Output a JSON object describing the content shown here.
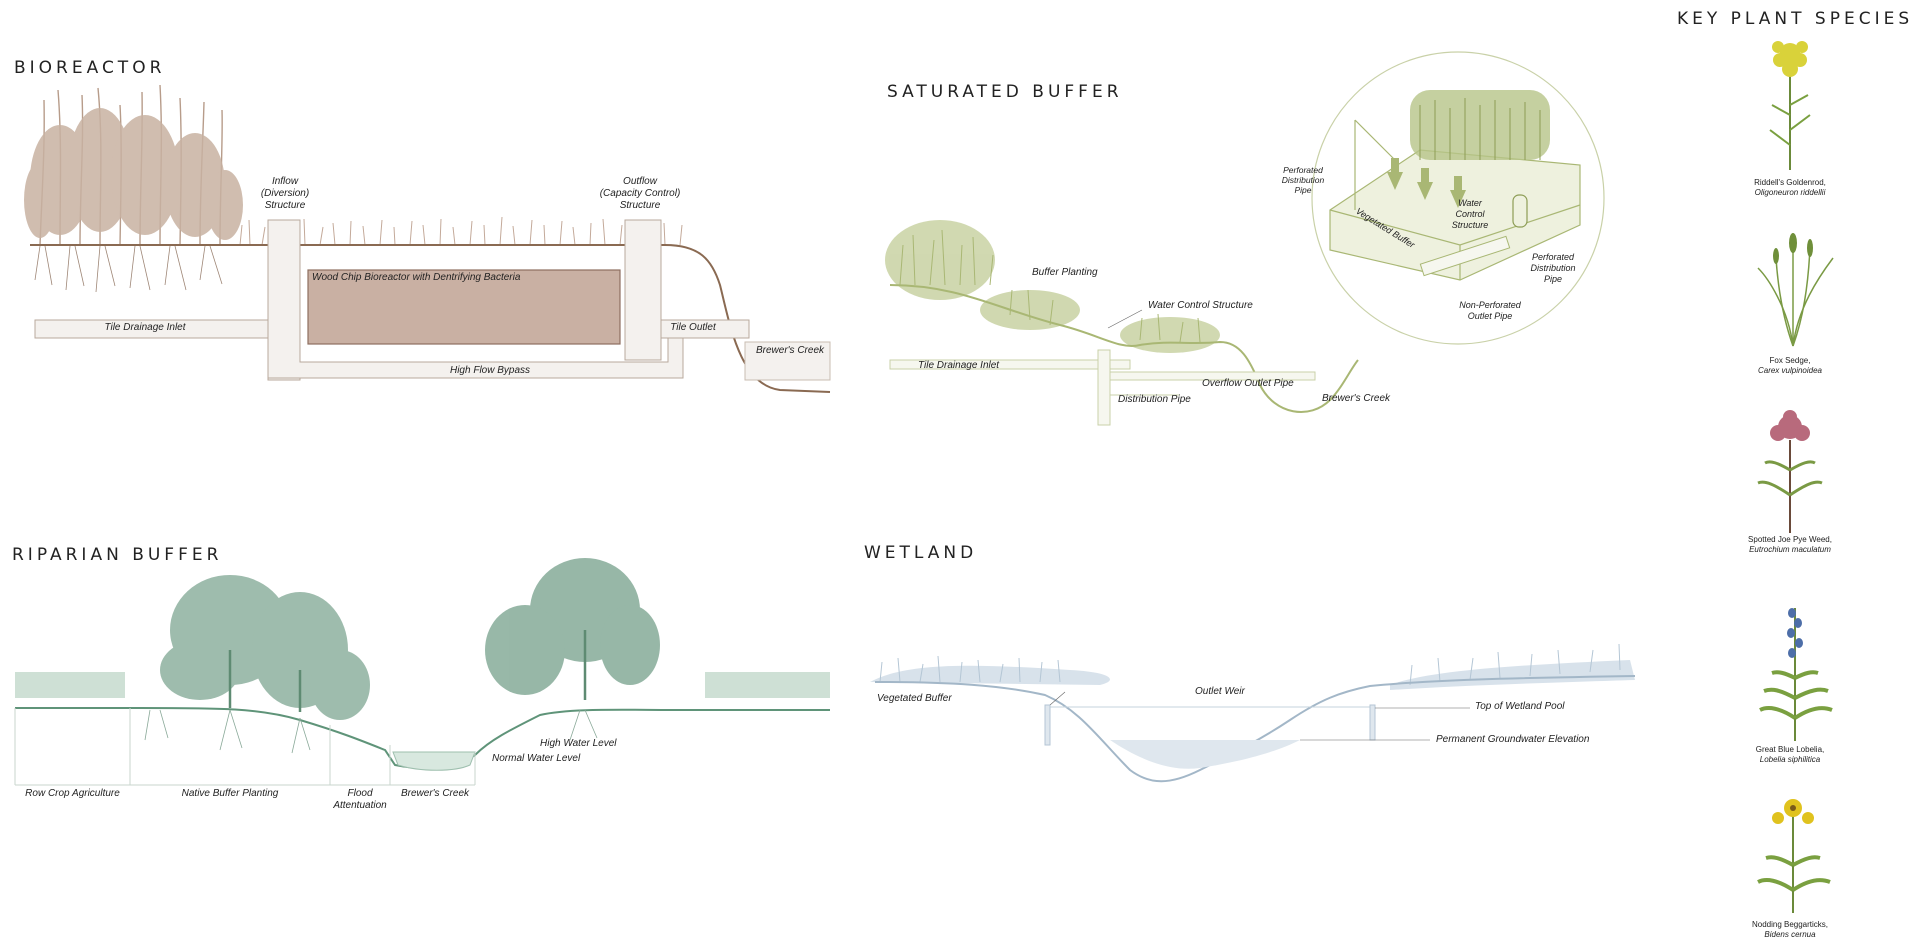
{
  "sections": {
    "bioreactor": {
      "title": "BIOREACTOR",
      "labels": {
        "inflow": "Inflow\n(Diversion)\nStructure",
        "outflow": "Outflow\n(Capacity Control)\nStructure",
        "woodchip": "Wood Chip Bioreactor with Dentrifying Bacteria",
        "tile_inlet": "Tile Drainage Inlet",
        "tile_outlet": "Tile Outlet",
        "creek": "Brewer's Creek",
        "bypass": "High Flow Bypass"
      }
    },
    "saturated_buffer": {
      "title": "SATURATED BUFFER",
      "labels": {
        "buffer_planting": "Buffer Planting",
        "water_control": "Water Control Structure",
        "tile_inlet": "Tile Drainage Inlet",
        "overflow": "Overflow Outlet Pipe",
        "distribution": "Distribution Pipe",
        "creek": "Brewer's Creek",
        "perf_dist_pipe_left": "Perforated\nDistribution\nPipe",
        "vegetated_buffer": "Vegetated Buffer",
        "water_control_inset": "Water\nControl\nStructure",
        "perf_dist_pipe_right": "Perforated\nDistribution\nPipe",
        "non_perf_outlet": "Non-Perforated\nOutlet Pipe"
      }
    },
    "riparian_buffer": {
      "title": "RIPARIAN BUFFER",
      "labels": {
        "row_crop": "Row Crop Agriculture",
        "native_buffer": "Native Buffer Planting",
        "flood": "Flood\nAttentuation",
        "creek": "Brewer's Creek",
        "high_water": "High Water Level",
        "normal_water": "Normal Water Level"
      }
    },
    "wetland": {
      "title": "WETLAND",
      "labels": {
        "vegetated_buffer": "Vegetated Buffer",
        "outlet_weir": "Outlet Weir",
        "top_pool": "Top of Wetland Pool",
        "groundwater": "Permanent Groundwater Elevation"
      }
    }
  },
  "key_plants": {
    "title": "KEY PLANT SPECIES",
    "species": [
      {
        "common": "Riddell's Goldenrod,",
        "scientific": "Oligoneuron riddellii",
        "flower_color": "#d9d23a"
      },
      {
        "common": "Fox Sedge,",
        "scientific": "Carex vulpinoidea",
        "flower_color": "#6f8f3a"
      },
      {
        "common": "Spotted Joe Pye Weed,",
        "scientific": "Eutrochium maculatum",
        "flower_color": "#b86a7c"
      },
      {
        "common": "Great Blue Lobelia,",
        "scientific": "Lobelia siphilitica",
        "flower_color": "#4d6ea8"
      },
      {
        "common": "Nodding Beggarticks,",
        "scientific": "Bidens cernua",
        "flower_color": "#e0c21e"
      }
    ]
  },
  "colors": {
    "bioreactor": "#a08878",
    "bioreactor_fill": "#c9b0a3",
    "saturated": "#b7c488",
    "riparian": "#6f9e86",
    "wetland": "#a9bfcf"
  }
}
